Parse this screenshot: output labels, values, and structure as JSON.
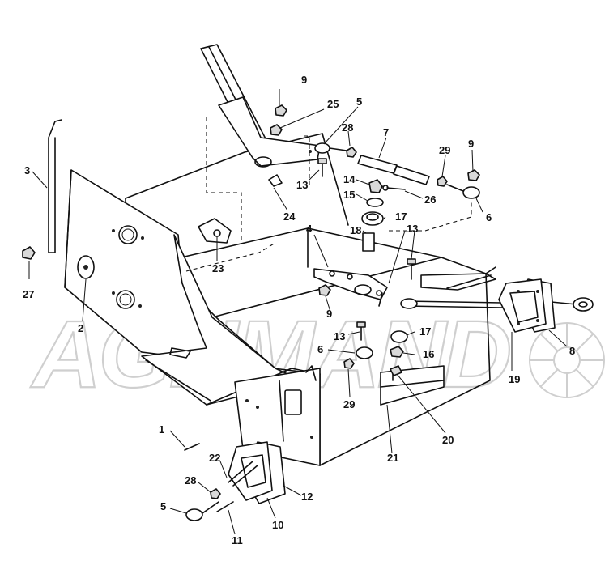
{
  "watermark": {
    "text": "AGHMAND"
  },
  "callouts": [
    {
      "id": "c1",
      "label": "1"
    },
    {
      "id": "c2",
      "label": "2"
    },
    {
      "id": "c3",
      "label": "3"
    },
    {
      "id": "c4",
      "label": "4"
    },
    {
      "id": "c5a",
      "label": "5"
    },
    {
      "id": "c5b",
      "label": "5"
    },
    {
      "id": "c6a",
      "label": "6"
    },
    {
      "id": "c6b",
      "label": "6"
    },
    {
      "id": "c7",
      "label": "7"
    },
    {
      "id": "c8",
      "label": "8"
    },
    {
      "id": "c9a",
      "label": "9"
    },
    {
      "id": "c9b",
      "label": "9"
    },
    {
      "id": "c9c",
      "label": "9"
    },
    {
      "id": "c10",
      "label": "10"
    },
    {
      "id": "c11",
      "label": "11"
    },
    {
      "id": "c12",
      "label": "12"
    },
    {
      "id": "c13a",
      "label": "13"
    },
    {
      "id": "c13b",
      "label": "13"
    },
    {
      "id": "c13c",
      "label": "13"
    },
    {
      "id": "c14",
      "label": "14"
    },
    {
      "id": "c15",
      "label": "15"
    },
    {
      "id": "c16",
      "label": "16"
    },
    {
      "id": "c17a",
      "label": "17"
    },
    {
      "id": "c17b",
      "label": "17"
    },
    {
      "id": "c18",
      "label": "18"
    },
    {
      "id": "c19",
      "label": "19"
    },
    {
      "id": "c20",
      "label": "20"
    },
    {
      "id": "c21",
      "label": "21"
    },
    {
      "id": "c22",
      "label": "22"
    },
    {
      "id": "c23",
      "label": "23"
    },
    {
      "id": "c24",
      "label": "24"
    },
    {
      "id": "c25",
      "label": "25"
    },
    {
      "id": "c26",
      "label": "26"
    },
    {
      "id": "c27",
      "label": "27"
    },
    {
      "id": "c28a",
      "label": "28"
    },
    {
      "id": "c28b",
      "label": "28"
    },
    {
      "id": "c29a",
      "label": "29"
    },
    {
      "id": "c29b",
      "label": "29"
    }
  ]
}
